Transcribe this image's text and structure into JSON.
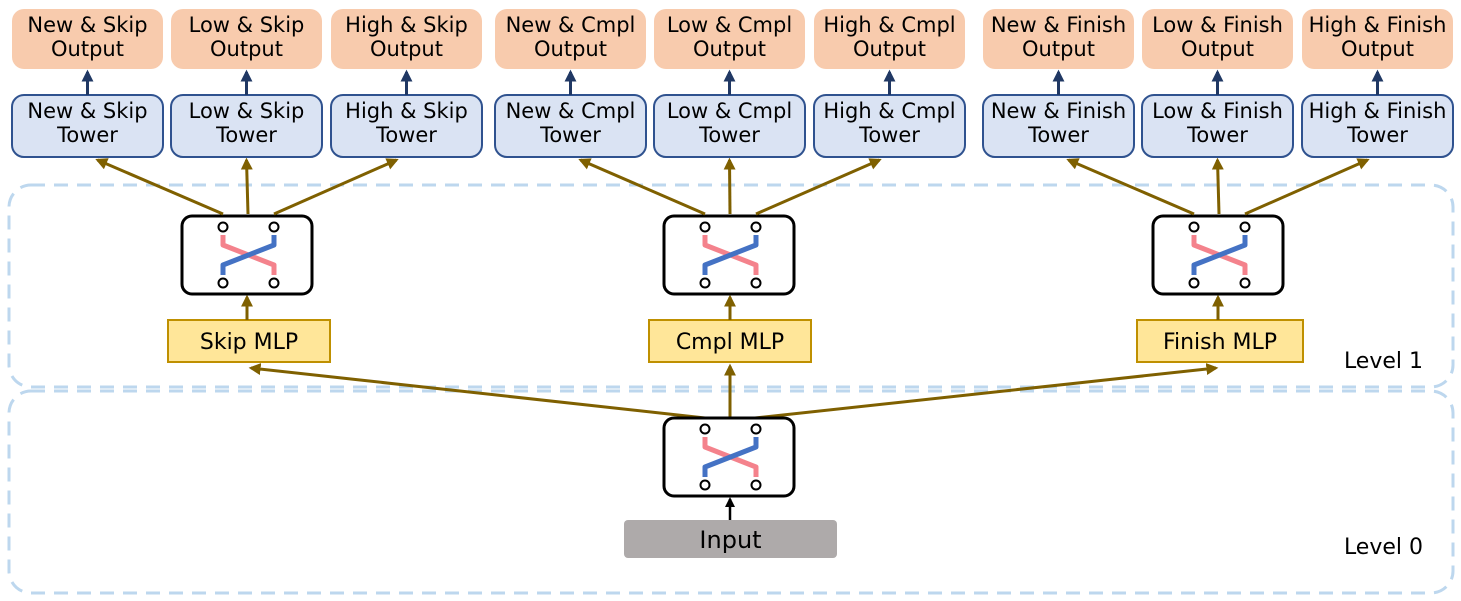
{
  "levels": {
    "level1": "Level 1",
    "level0": "Level 0"
  },
  "input_label": "Input",
  "groups": [
    {
      "id": "skip",
      "mlp_label": "Skip MLP",
      "towers": [
        {
          "tower": [
            "New & Skip",
            "Tower"
          ],
          "output": [
            "New & Skip",
            "Output"
          ]
        },
        {
          "tower": [
            "Low & Skip",
            "Tower"
          ],
          "output": [
            "Low & Skip",
            "Output"
          ]
        },
        {
          "tower": [
            "High & Skip",
            "Tower"
          ],
          "output": [
            "High & Skip",
            "Output"
          ]
        }
      ]
    },
    {
      "id": "cmpl",
      "mlp_label": "Cmpl MLP",
      "towers": [
        {
          "tower": [
            "New & Cmpl",
            "Tower"
          ],
          "output": [
            "New & Cmpl",
            "Output"
          ]
        },
        {
          "tower": [
            "Low & Cmpl",
            "Tower"
          ],
          "output": [
            "Low & Cmpl",
            "Output"
          ]
        },
        {
          "tower": [
            "High & Cmpl",
            "Tower"
          ],
          "output": [
            "High & Cmpl",
            "Output"
          ]
        }
      ]
    },
    {
      "id": "finish",
      "mlp_label": "Finish MLP",
      "towers": [
        {
          "tower": [
            "New & Finish",
            "Tower"
          ],
          "output": [
            "New & Finish",
            "Output"
          ]
        },
        {
          "tower": [
            "Low & Finish",
            "Tower"
          ],
          "output": [
            "Low & Finish",
            "Output"
          ]
        },
        {
          "tower": [
            "High & Finish",
            "Tower"
          ],
          "output": [
            "High & Finish",
            "Output"
          ]
        }
      ]
    }
  ],
  "colors": {
    "output_fill": "#f8cbad",
    "tower_fill": "#dae3f3",
    "tower_stroke": "#2f528f",
    "mlp_fill": "#ffe699",
    "mlp_stroke": "#bf9000",
    "input_fill": "#aeaaaa",
    "gold_arrow": "#7f6000",
    "navy_arrow": "#203864",
    "dashed_border": "#bdd7ee",
    "switch_red": "#f4828c",
    "switch_blue": "#4472c4"
  }
}
